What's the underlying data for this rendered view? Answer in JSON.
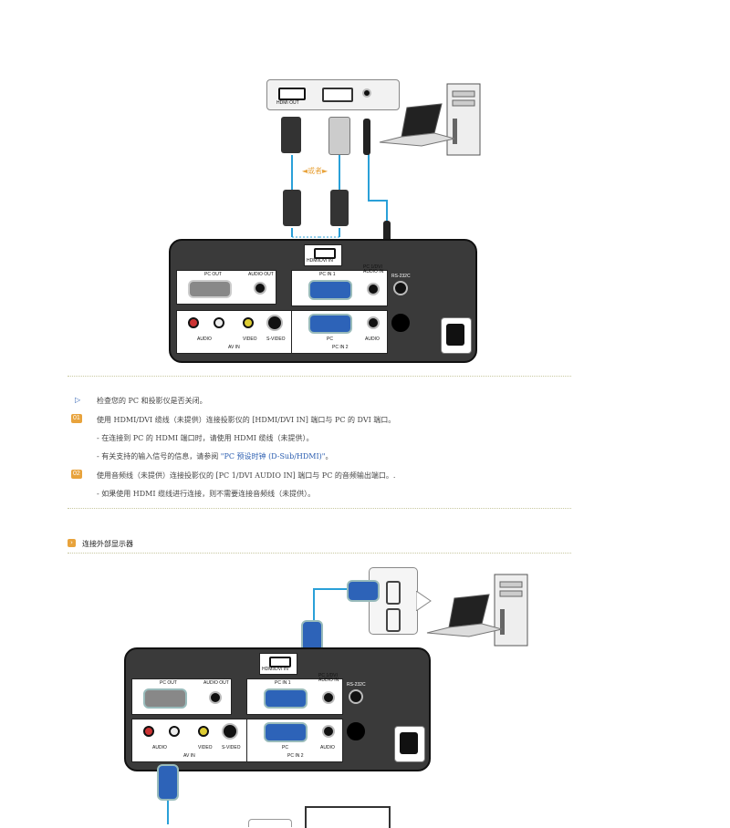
{
  "diagram1": {
    "pc_ports": {
      "hdmi_out": "HDMI OUT"
    },
    "or_label": "或者",
    "projector": {
      "hdmi_in": "HDMI/DVI IN",
      "pc_out": "PC OUT",
      "audio_out": "AUDIO OUT",
      "pc_in_1": "PC IN 1",
      "pc_dvi_audio_in": "PC 1/DVI AUDIO IN",
      "rs232c": "RS-232C",
      "audio": "AUDIO",
      "video": "VIDEO",
      "s_video": "S-VIDEO",
      "av_in": "AV IN",
      "pc": "PC",
      "audio2": "AUDIO",
      "pc_in_2": "PC IN 2"
    }
  },
  "instructions": {
    "check": "检查您的 PC 和投影仪是否关闭。",
    "step1_badge": "01",
    "step1": "使用 HDMI/DVI 缆线（未提供）连接投影仪的 [HDMI/DVI IN] 端口与 PC 的 DVI 端口。",
    "step1_note1": "- 在连接到 PC 的 HDMI 端口时，请使用 HDMI 缆线（未提供）。",
    "step1_note2_prefix": "- 有关支持的输入信号的信息，请参阅 ",
    "step1_note2_link": "\"PC 预设时钟 (D-Sub/HDMI)\"",
    "step1_note2_suffix": "。",
    "step2_badge": "02",
    "step2": "使用音频线（未提供）连接投影仪的 [PC 1/DVI AUDIO IN] 端口与 PC 的音频输出端口。.",
    "step2_note1": "- 如果使用 HDMI 缆线进行连接，则不需要连接音频线（未提供）。"
  },
  "section2": {
    "title": "连接外部显示器"
  },
  "diagram2": {
    "projector": {
      "hdmi_in": "HDMI/DVI IN",
      "pc_out": "PC OUT",
      "audio_out": "AUDIO OUT",
      "pc_in_1": "PC IN 1",
      "pc_dvi_audio_in": "PC 1/DVI AUDIO IN",
      "rs232c": "RS-232C",
      "audio": "AUDIO",
      "video": "VIDEO",
      "s_video": "S-VIDEO",
      "av_in": "AV IN",
      "pc": "PC",
      "audio2": "AUDIO",
      "pc_in_2": "PC IN 2"
    }
  },
  "colors": {
    "cable": "#2aa0d8",
    "badge": "#e8a33c",
    "link": "#2a5db0",
    "panel": "#3a3a3a"
  }
}
